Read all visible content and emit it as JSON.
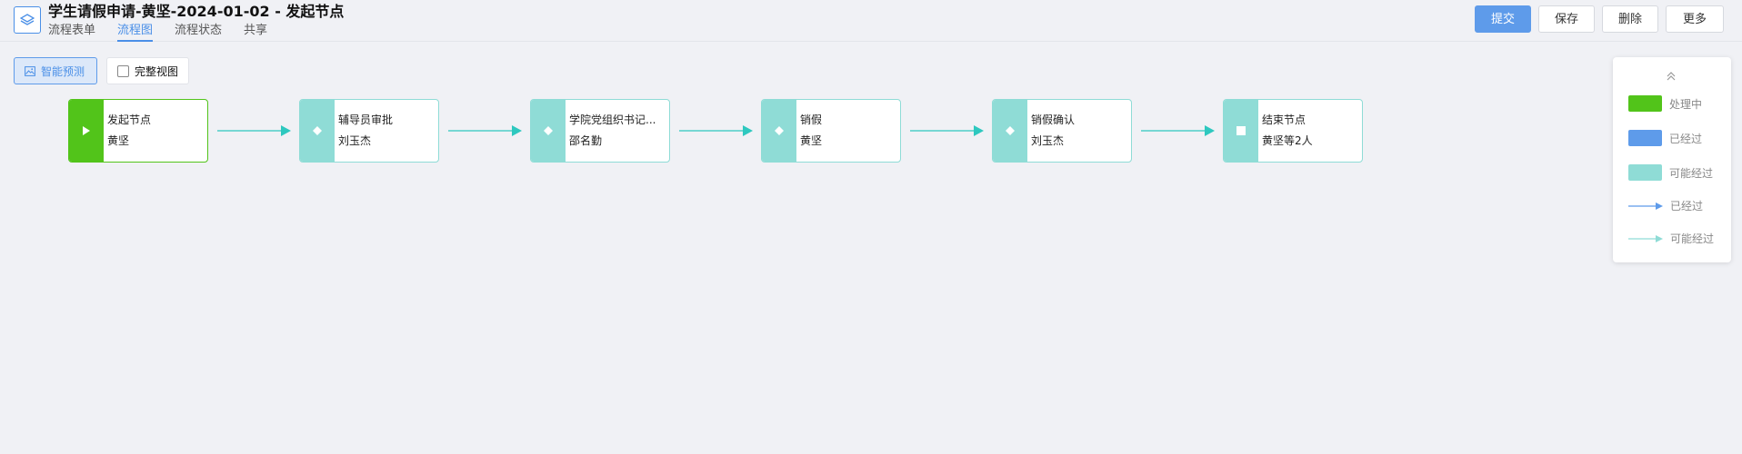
{
  "header": {
    "title": "学生请假申请-黄坚-2024-01-02 - 发起节点",
    "tabs": [
      "流程表单",
      "流程图",
      "流程状态",
      "共享"
    ],
    "active_tab": 1
  },
  "actions": {
    "submit": "提交",
    "save": "保存",
    "delete": "删除",
    "more": "更多"
  },
  "toolbar": {
    "smart_preview": "智能预测",
    "full_view": "完整视图",
    "full_view_checked": false
  },
  "flow": {
    "nodes": [
      {
        "name": "发起节点",
        "person": "黄坚",
        "status": "processing",
        "icon": "play-icon"
      },
      {
        "name": "辅导员审批",
        "person": "刘玉杰",
        "status": "possible",
        "icon": "diamond-icon"
      },
      {
        "name": "学院党组织书记...",
        "person": "邵名勤",
        "status": "possible",
        "icon": "diamond-icon"
      },
      {
        "name": "销假",
        "person": "黄坚",
        "status": "possible",
        "icon": "diamond-icon"
      },
      {
        "name": "销假确认",
        "person": "刘玉杰",
        "status": "possible",
        "icon": "diamond-icon"
      },
      {
        "name": "结束节点",
        "person": "黄坚等2人",
        "status": "possible",
        "icon": "stop-icon"
      }
    ]
  },
  "legend": {
    "items": [
      {
        "label": "处理中",
        "type": "box",
        "color": "#52c41a"
      },
      {
        "label": "已经过",
        "type": "box",
        "color": "#5e9bea"
      },
      {
        "label": "可能经过",
        "type": "box",
        "color": "#8fdcd6"
      },
      {
        "label": "已经过",
        "type": "arrow",
        "color": "#5e9bea"
      },
      {
        "label": "可能经过",
        "type": "arrow",
        "color": "#8fdcd6"
      }
    ]
  },
  "colors": {
    "accent": "#5e9bea",
    "processing": "#52c41a",
    "possible": "#8fdcd6",
    "edge": "#2ec8bf"
  }
}
